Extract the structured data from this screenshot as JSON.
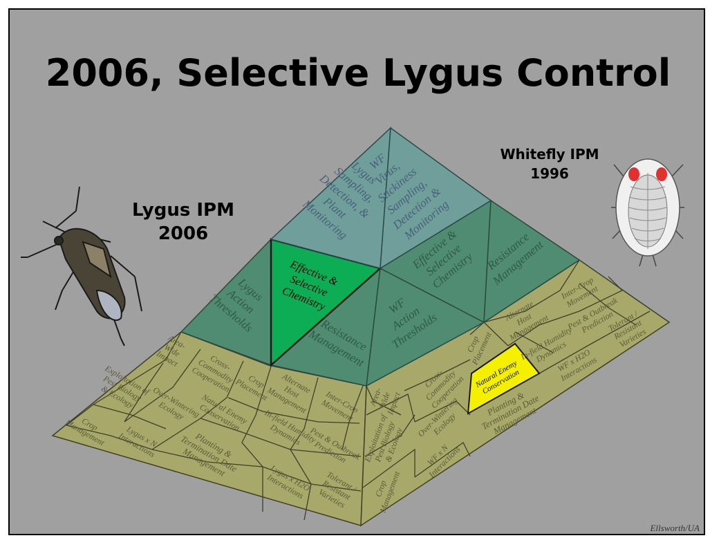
{
  "title": "2006, Selective Lygus Control",
  "labels": {
    "lygus_ipm_line1": "Lygus IPM",
    "lygus_ipm_line2": "2006",
    "whitefly_ipm_line1": "Whitefly IPM",
    "whitefly_ipm_line2": "1996",
    "credit": "Ellsworth/UA"
  },
  "colors": {
    "background": "#a0a0a0",
    "top_tier": "#6f9e9b",
    "middle_tier": "#4f8c71",
    "base_tier": "#a7a86a",
    "highlight_green": "#0dad55",
    "highlight_yellow": "#f4f000"
  },
  "top_tier": {
    "left": [
      "Lygus",
      "Sampling,",
      "Detection, &",
      "Plant",
      "Monitoring"
    ],
    "right": [
      "WF",
      "Virus,",
      "Stickiness",
      "Sampling,",
      "Detection &",
      "Monitoring"
    ]
  },
  "middle_tier": {
    "left_outer": [
      "Lygus",
      "Action",
      "Thresholds"
    ],
    "left_highlight": [
      "Effective &",
      "Selective",
      "Chemistry"
    ],
    "left_inner": [
      "Resistance",
      "Management"
    ],
    "right_inner": [
      "WF",
      "Action",
      "Thresholds"
    ],
    "right_center": [
      "Effective &",
      "Selective",
      "Chemistry"
    ],
    "right_outer": [
      "Resistance",
      "Management"
    ]
  },
  "base_left": {
    "area_wide": [
      "Area-",
      "Wide",
      "Impact"
    ],
    "cross_commodity": [
      "Cross-",
      "Commodity",
      "Cooperation"
    ],
    "exploitation": [
      "Exploitation of",
      "Pest Biology",
      "& Ecology"
    ],
    "overwintering": [
      "Over-Wintering",
      "Ecology"
    ],
    "crop_placement": [
      "Crop",
      "Placement"
    ],
    "alternate_host": [
      "Alternate",
      "Host",
      "Management"
    ],
    "inter_crop": [
      "Inter-Crop",
      "Movement"
    ],
    "crop_management": [
      "Crop",
      "Management"
    ],
    "lygus_n": [
      "Lygus x N",
      "Interactions"
    ],
    "natural_enemy": [
      "Natural Enemy",
      "Conservation"
    ],
    "dynamics": [
      "In-field Humidity",
      "Dynamics"
    ],
    "pest_outbreak": [
      "Pest & Outbreak",
      "Prediction"
    ],
    "planting": [
      "Planting &",
      "Termination Date",
      "Management"
    ],
    "lygus_h2o": [
      "Lygus x H2O",
      "Interactions"
    ],
    "tolerant": [
      "Tolerant /",
      "Resistant",
      "Varieties"
    ]
  },
  "base_right": {
    "area_wide": [
      "Area-",
      "Wide",
      "Impact"
    ],
    "exploitation": [
      "Exploitation of",
      "Pest Biology",
      "& Ecology"
    ],
    "crop_management": [
      "Crop",
      "Management"
    ],
    "cross_commodity": [
      "Cross-",
      "Commodity",
      "Cooperation"
    ],
    "overwintering": [
      "Over-Wintering",
      "Ecology"
    ],
    "wf_n": [
      "WF x N",
      "Interactions"
    ],
    "crop_placement": [
      "Crop",
      "Placement"
    ],
    "natural_enemy": [
      "Natural Enemy",
      "Conservation"
    ],
    "planting": [
      "Planting &",
      "Termination Date",
      "Management"
    ],
    "alternate_host": [
      "Alternate",
      "Host",
      "Management"
    ],
    "dynamics": [
      "In-field Humidity",
      "Dynamics"
    ],
    "wf_h2o": [
      "WF x H2O",
      "Interactions"
    ],
    "inter_crop": [
      "Inter-Crop",
      "Movement"
    ],
    "pest_outbreak": [
      "Pest & Outbreak",
      "Prediction"
    ],
    "tolerant": [
      "Tolerant /",
      "Resistant",
      "Varieties"
    ]
  }
}
